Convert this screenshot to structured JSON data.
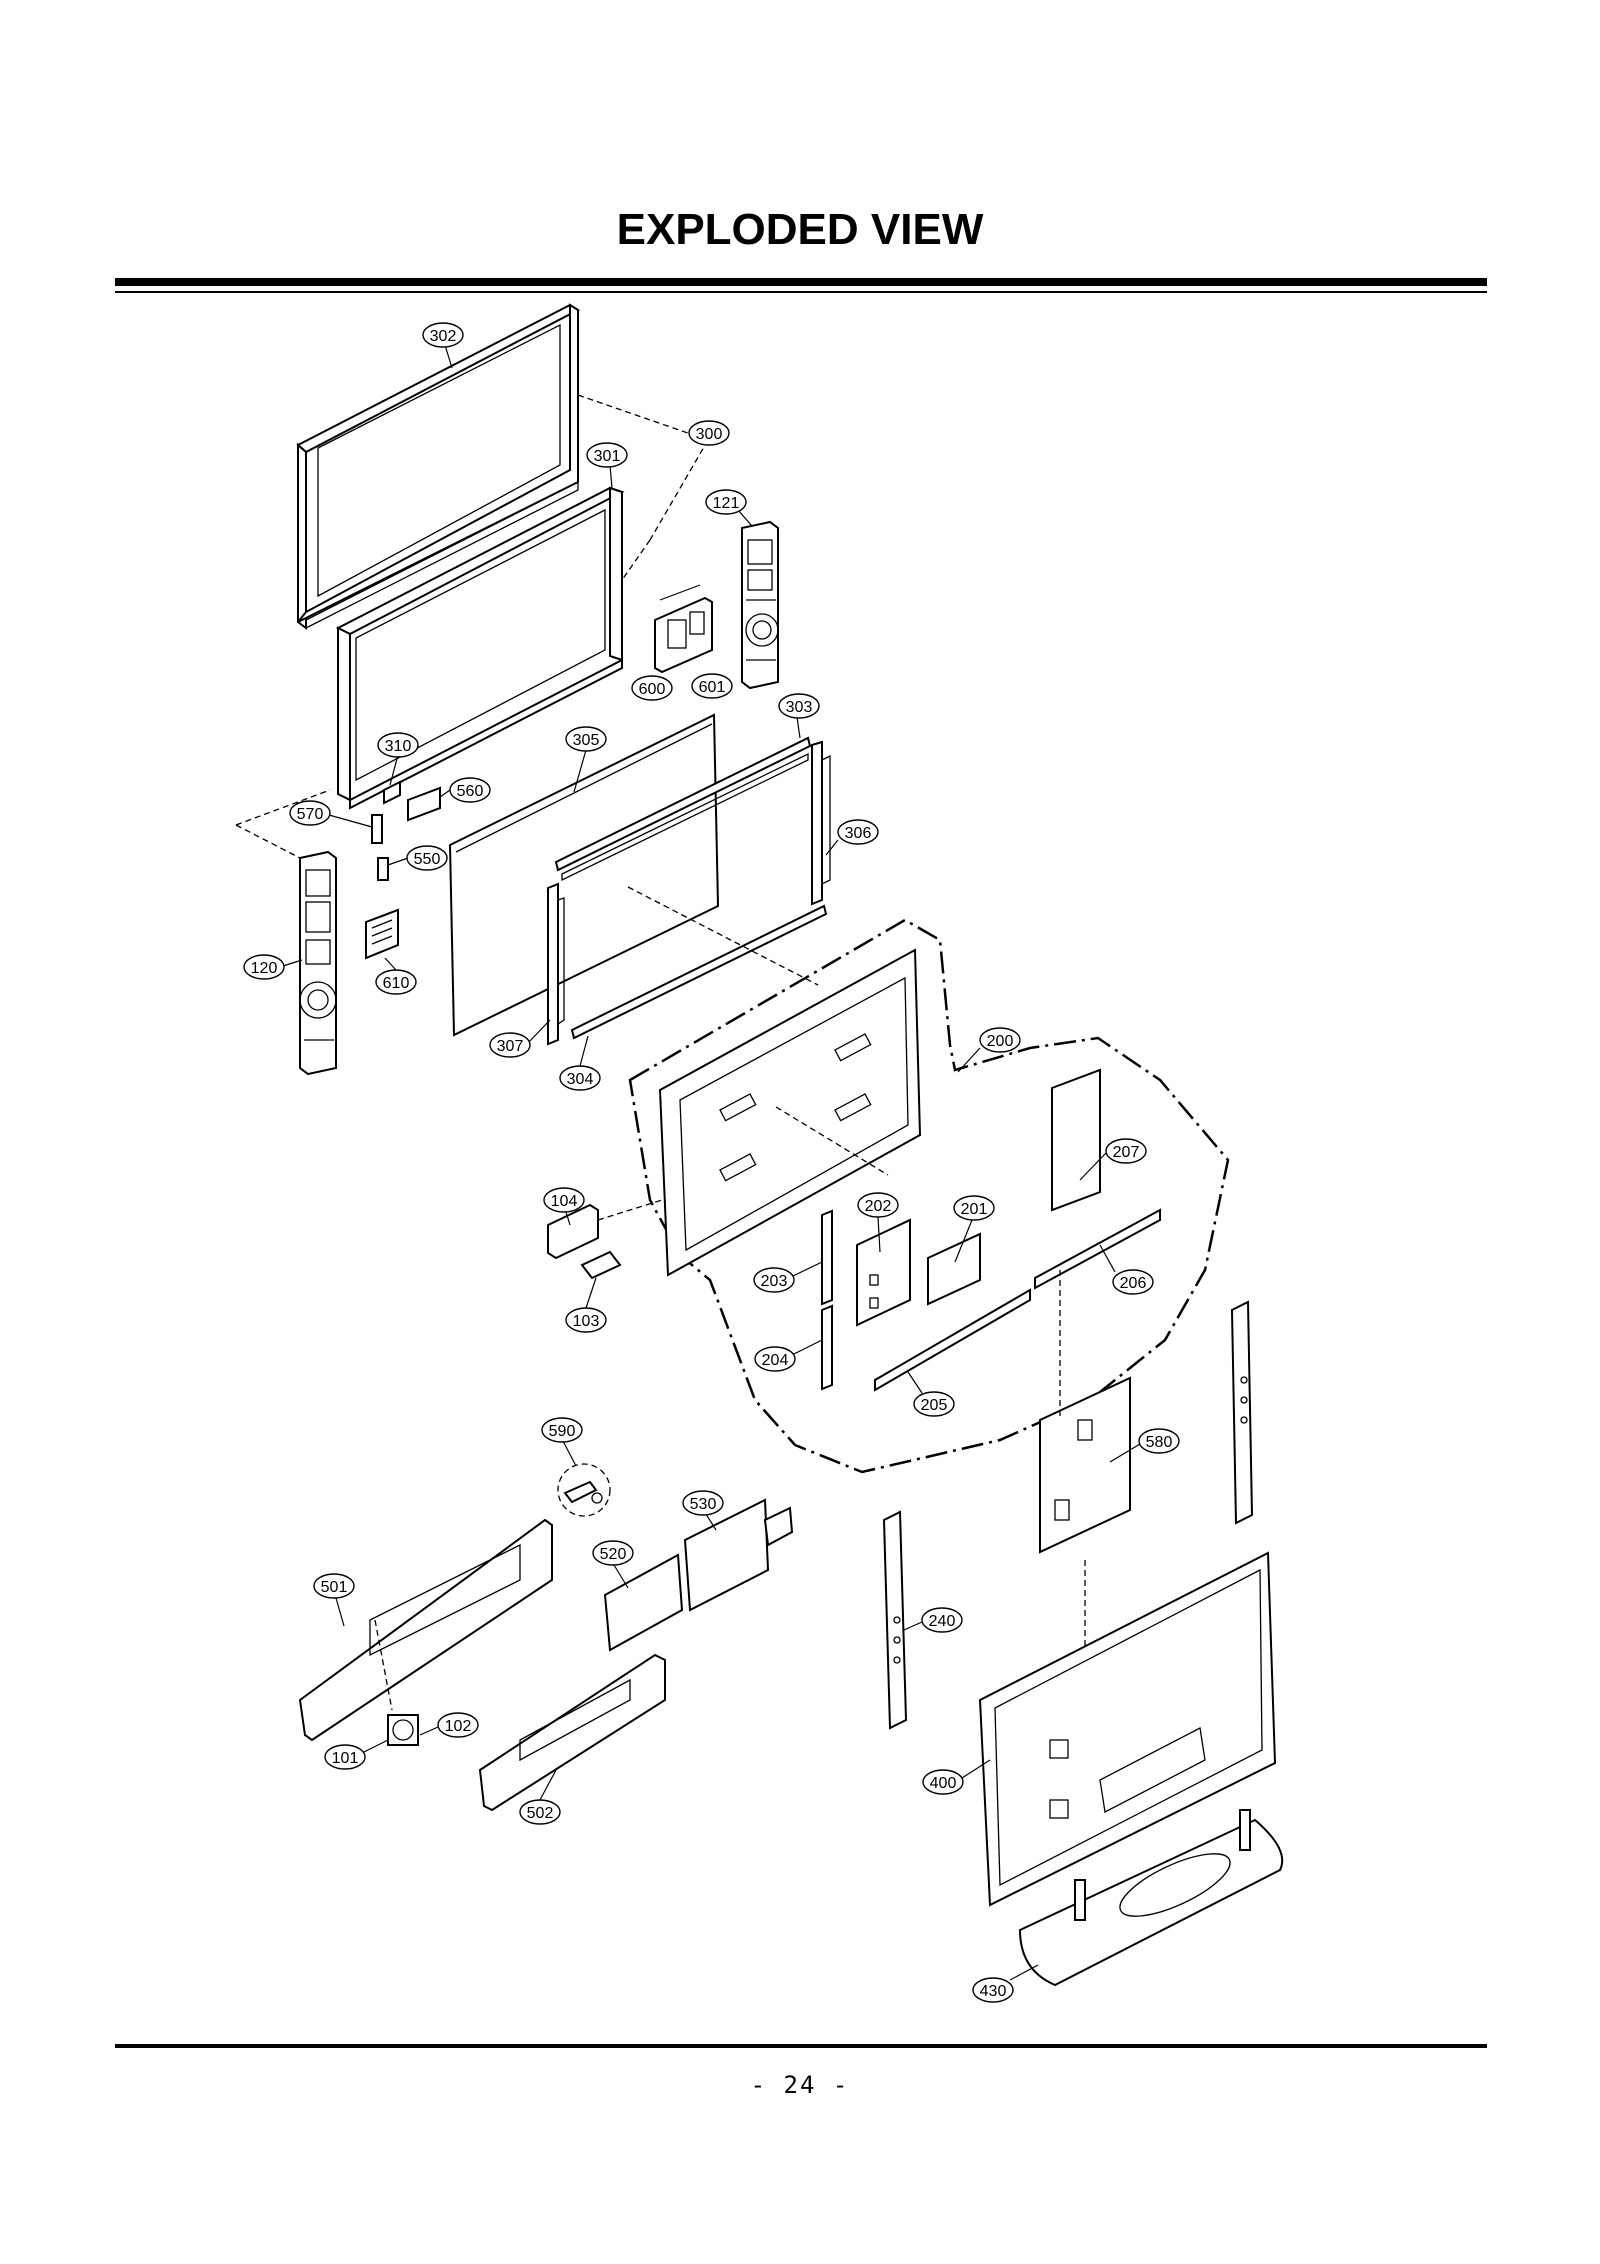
{
  "page": {
    "title": "EXPLODED VIEW",
    "page_number": "- 24 -"
  },
  "callouts": [
    {
      "id": "302",
      "label": "302"
    },
    {
      "id": "300",
      "label": "300"
    },
    {
      "id": "301",
      "label": "301"
    },
    {
      "id": "121",
      "label": "121"
    },
    {
      "id": "600",
      "label": "600"
    },
    {
      "id": "601",
      "label": "601"
    },
    {
      "id": "303",
      "label": "303"
    },
    {
      "id": "310",
      "label": "310"
    },
    {
      "id": "305",
      "label": "305"
    },
    {
      "id": "560",
      "label": "560"
    },
    {
      "id": "570",
      "label": "570"
    },
    {
      "id": "550",
      "label": "550"
    },
    {
      "id": "306",
      "label": "306"
    },
    {
      "id": "120",
      "label": "120"
    },
    {
      "id": "610",
      "label": "610"
    },
    {
      "id": "307",
      "label": "307"
    },
    {
      "id": "304",
      "label": "304"
    },
    {
      "id": "200",
      "label": "200"
    },
    {
      "id": "207",
      "label": "207"
    },
    {
      "id": "104",
      "label": "104"
    },
    {
      "id": "202",
      "label": "202"
    },
    {
      "id": "201",
      "label": "201"
    },
    {
      "id": "203",
      "label": "203"
    },
    {
      "id": "206",
      "label": "206"
    },
    {
      "id": "103",
      "label": "103"
    },
    {
      "id": "204",
      "label": "204"
    },
    {
      "id": "205",
      "label": "205"
    },
    {
      "id": "590",
      "label": "590"
    },
    {
      "id": "580",
      "label": "580"
    },
    {
      "id": "530",
      "label": "530"
    },
    {
      "id": "520",
      "label": "520"
    },
    {
      "id": "501",
      "label": "501"
    },
    {
      "id": "240",
      "label": "240"
    },
    {
      "id": "102",
      "label": "102"
    },
    {
      "id": "101",
      "label": "101"
    },
    {
      "id": "400",
      "label": "400"
    },
    {
      "id": "502",
      "label": "502"
    },
    {
      "id": "430",
      "label": "430"
    }
  ]
}
